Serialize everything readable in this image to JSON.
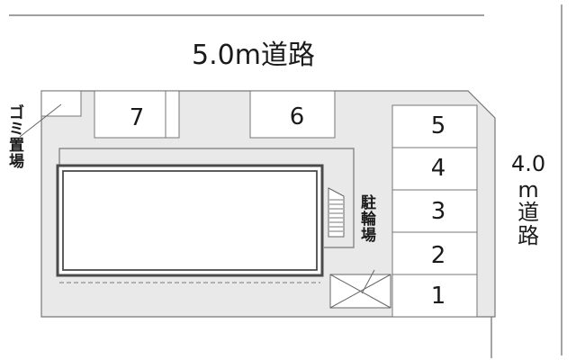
{
  "roads": {
    "top_label": "5.0m道路",
    "right_label": [
      "4.0",
      "m",
      "道",
      "路"
    ]
  },
  "labels": {
    "garbage": [
      "ゴ",
      "ミ",
      "置",
      "場"
    ],
    "bicycle_parking": [
      "駐",
      "輪",
      "場"
    ]
  },
  "parking_spaces": {
    "top": [
      "7",
      "6"
    ],
    "right": [
      "5",
      "4",
      "3",
      "2",
      "1"
    ]
  },
  "colors": {
    "lot": "#e9e9e9",
    "line": "#555555",
    "building_border": "#4a4a4a"
  }
}
